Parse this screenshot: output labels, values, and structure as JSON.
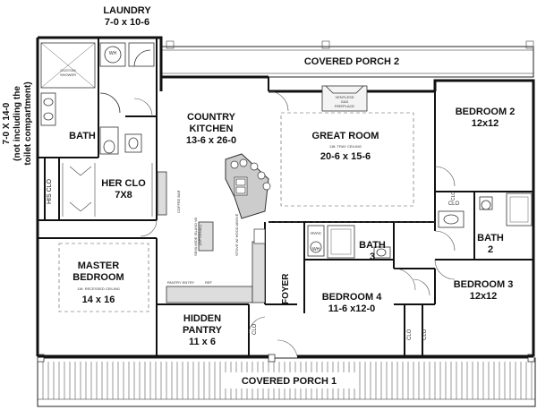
{
  "rooms": {
    "laundry": {
      "name": "LAUNDRY",
      "size": "7-0 x 10-6"
    },
    "covered_porch_2": {
      "name": "COVERED PORCH 2"
    },
    "covered_porch_1": {
      "name": "COVERED PORCH 1"
    },
    "bath_main": {
      "name": "BATH"
    },
    "country_kitchen": {
      "name_line1": "COUNTRY",
      "name_line2": "KITCHEN",
      "size": "13-6 x 26-0"
    },
    "great_room": {
      "name": "GREAT ROOM",
      "ceiling": "11ft. TRAY CEILING",
      "size": "20-6 x 15-6"
    },
    "bedroom_2": {
      "name": "BEDROOM 2",
      "size": "12x12"
    },
    "her_clo": {
      "name": "HER CLO",
      "size": "7X8"
    },
    "his_clo": {
      "name": "HIS CLO"
    },
    "master_bedroom": {
      "name_line1": "MASTER",
      "name_line2": "BEDROOM",
      "ceiling": "11ft. RECESSED CEILING",
      "size": "14 x 16"
    },
    "bath_3": {
      "name": "BATH",
      "number": "3"
    },
    "bath_2": {
      "name": "BATH",
      "number": "2"
    },
    "bedroom_3": {
      "name": "BEDROOM 3",
      "size": "12x12"
    },
    "bedroom_4": {
      "name": "BEDROOM 4",
      "size": "11-6 x12-0"
    },
    "foyer": {
      "name": "FOYER"
    },
    "hidden_pantry": {
      "name_line1": "HIDDEN",
      "name_line2": "PANTRY",
      "size": "11 x 6"
    }
  },
  "side_note": {
    "size": "7-0 X 14-0",
    "line2": "(not including the",
    "line3": "toilet compartment)"
  },
  "fixtures": {
    "wh_top": "WH",
    "wh_mech": "WH",
    "hvac": "HVAC",
    "custom_shower_1": "CUSTOM",
    "custom_shower_2": "SHOWER",
    "fireplace_1": "VENTLESS",
    "fireplace_2": "GAS",
    "fireplace_3": "FIREPLACE",
    "coffee_bar": "COFFEE BAR",
    "island_1": "SEMI-WIDE ISLAND W/",
    "island_2": "(OPTIONAL)",
    "stove": "STOVE W/ HOOD ABOVE",
    "pantry_entry": "PANTRY ENTRY",
    "ref": "REF"
  },
  "closets": {
    "clo_hallway": "CLO",
    "clo_foyer": "CLO",
    "clo_bed4_a": "CLO",
    "clo_bed4_b": "CLO",
    "clo_bed3": "CLO"
  }
}
